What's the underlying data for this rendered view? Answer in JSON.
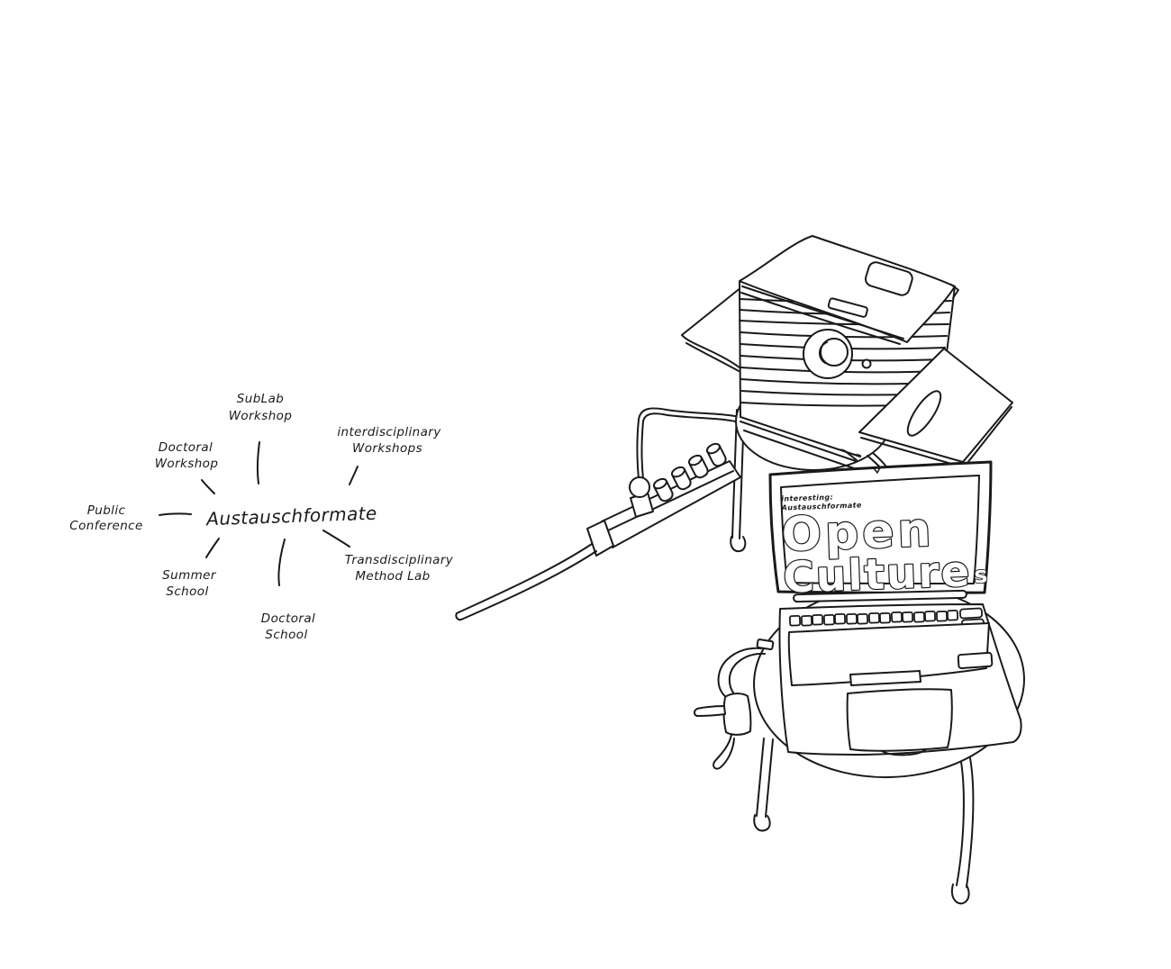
{
  "canvas": {
    "background": "#ffffff",
    "ink": "#1a1a1a"
  },
  "mindmap": {
    "center_label": "Austauschformate",
    "branches": [
      {
        "id": "sublab-workshop",
        "line1": "SubLab",
        "line2": "Workshop"
      },
      {
        "id": "interdisciplinary-workshops",
        "line1": "interdisciplinary",
        "line2": "Workshops"
      },
      {
        "id": "transdisciplinary-method-lab",
        "line1": "Transdisciplinary",
        "line2": "Method Lab"
      },
      {
        "id": "doctoral-school",
        "line1": "Doctoral",
        "line2": "School"
      },
      {
        "id": "summer-school",
        "line1": "Summer",
        "line2": "School"
      },
      {
        "id": "public-conference",
        "line1": "Public",
        "line2": "Conference"
      },
      {
        "id": "doctoral-workshop",
        "line1": "Doctoral",
        "line2": "Workshop"
      }
    ]
  },
  "laptop_screen": {
    "note_line1": "interesting:",
    "note_line2": "Austauschformate",
    "title_line1": "Open",
    "title_line2": "Culture",
    "title_suffix": "s"
  }
}
